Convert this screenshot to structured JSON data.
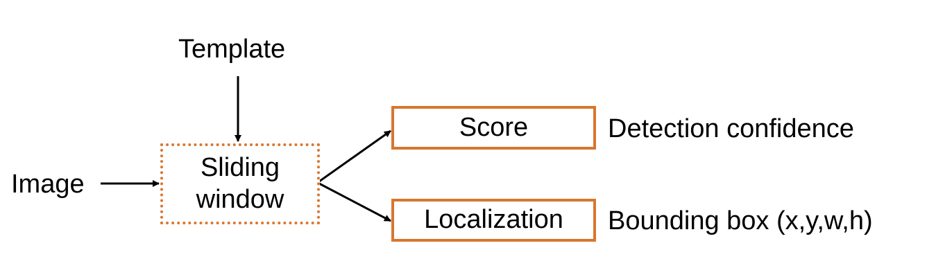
{
  "diagram": {
    "input_label": "Image",
    "template_label": "Template",
    "window_box": {
      "line1": "Sliding",
      "line2": "window"
    },
    "score_box": "Score",
    "localization_box": "Localization",
    "score_output": "Detection confidence",
    "localization_output": "Bounding box (x,y,w,h)"
  },
  "colors": {
    "box_border": "#d8762f",
    "arrow": "#000000",
    "text": "#000000",
    "background": "#ffffff"
  }
}
